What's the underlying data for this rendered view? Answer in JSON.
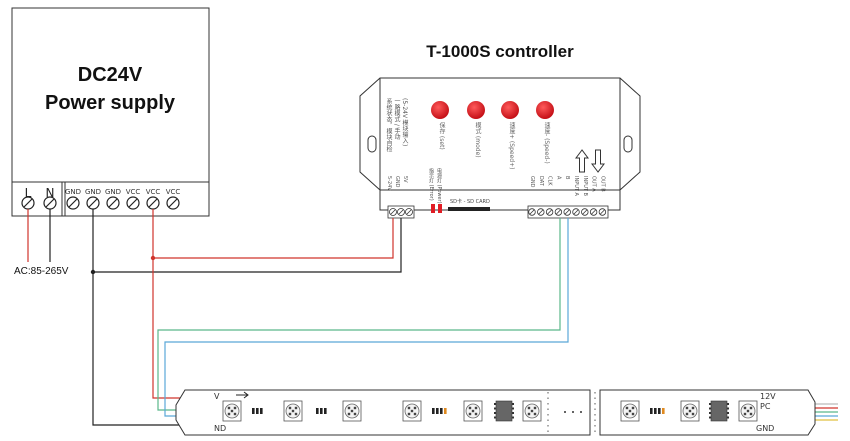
{
  "psu": {
    "title_line1": "DC24V",
    "title_line2": "Power supply",
    "terminals": [
      "L",
      "N",
      "GND",
      "GND",
      "GND",
      "VCC",
      "VCC",
      "VCC"
    ]
  },
  "controller": {
    "title": "T-1000S controller",
    "panel_text": [
      "系统状态，模块自检",
      "一路模式 / 手动",
      "(5-24V 模块输入)"
    ],
    "buttons": [
      "保存 (set)",
      "模式 (mode)",
      "速度+ (Speed+)",
      "速度- (Speed-)"
    ],
    "power_terminals": [
      "5-24V",
      "GND",
      "5V"
    ],
    "leds": [
      "指示灯 (Error)",
      "电源灯 (Power)"
    ],
    "sd_label": "SD卡 - SD CARD",
    "output_terminals": [
      "GND",
      "DAT",
      "CLK",
      "A",
      "B",
      "INPUT A",
      "INPUT B",
      "OUT A",
      "OUT B"
    ]
  },
  "ac_input": "AC:85-265V",
  "strip": {
    "left_labels": [
      "V",
      "ND"
    ],
    "right_labels": [
      "12V",
      "PC",
      "GND"
    ]
  },
  "colors": {
    "red_wire": "#d0342c",
    "black_wire": "#222222",
    "green_wire": "#5ab88a",
    "blue_wire": "#5aa8d8",
    "led_button": "#e01c24"
  }
}
